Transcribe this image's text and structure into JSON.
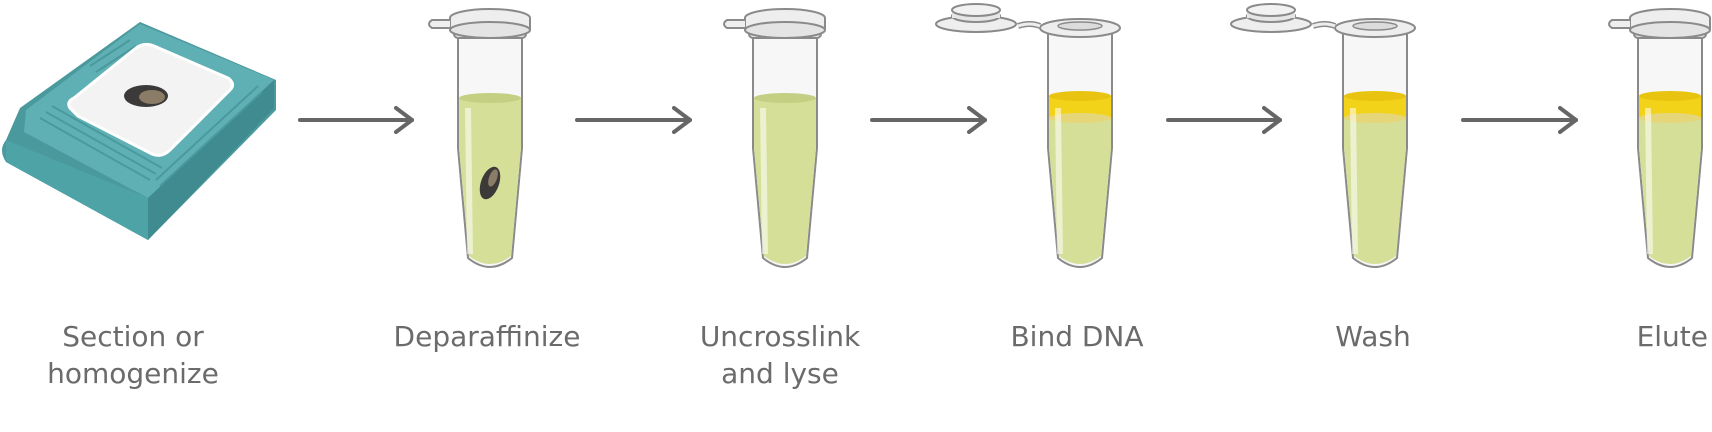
{
  "steps": [
    {
      "id": "section",
      "label": "Section or\nhomogenize",
      "icon": "cassette-icon"
    },
    {
      "id": "deparaffinize",
      "label": "Deparaffinize",
      "icon": "tube-with-tissue-icon"
    },
    {
      "id": "uncrosslink",
      "label": "Uncrosslink\nand lyse",
      "icon": "tube-closed-icon"
    },
    {
      "id": "bind",
      "label": "Bind DNA",
      "icon": "tube-open-yellow-band-icon"
    },
    {
      "id": "wash",
      "label": "Wash",
      "icon": "tube-open-yellow-band-icon"
    },
    {
      "id": "elute",
      "label": "Elute",
      "icon": "tube-yellow-band-icon"
    }
  ],
  "colors": {
    "cassette": "#5fb0b4",
    "cassette_dark": "#4a999d",
    "liquid": "#d5df98",
    "band": "#f3d21a",
    "arrow": "#666666",
    "label": "#6b6b6b",
    "tube_outline": "#8a8a8a"
  }
}
